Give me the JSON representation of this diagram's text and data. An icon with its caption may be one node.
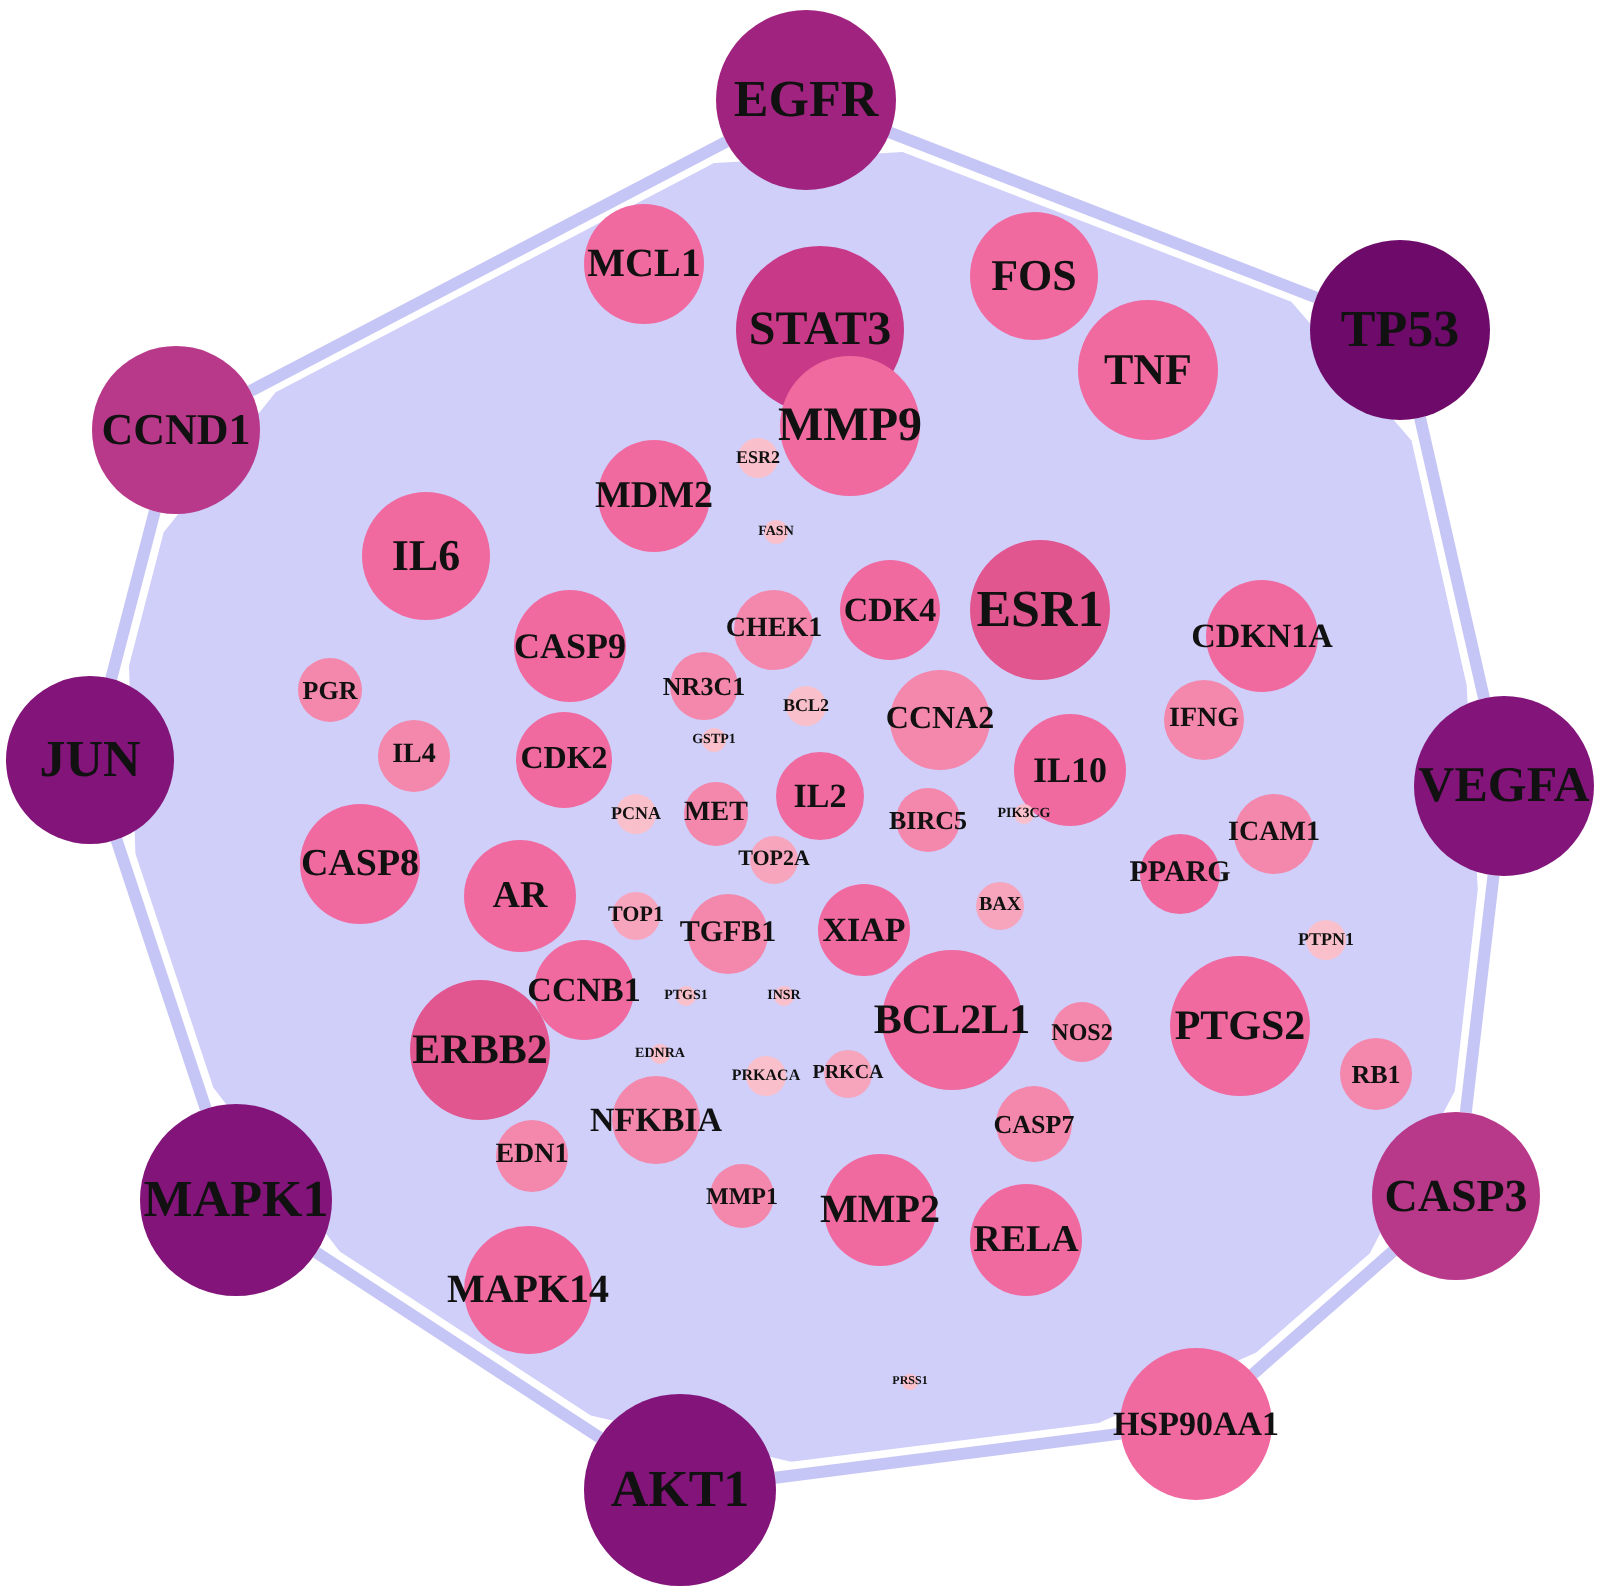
{
  "diagram": {
    "nodes": [
      {
        "text": [
          "EGFR"
        ]
      },
      {
        "text": [
          "TP53"
        ]
      },
      {
        "text": [
          "VEGFA"
        ]
      },
      {
        "text": [
          "CASP3"
        ]
      },
      {
        "text": [
          "HSP90AA1"
        ]
      },
      {
        "text": [
          "AKT1"
        ]
      },
      {
        "text": [
          "MAPK1"
        ]
      },
      {
        "text": [
          "JUN"
        ]
      },
      {
        "text": [
          "CCND1"
        ]
      },
      {
        "text": [
          "STAT3"
        ]
      },
      {
        "text": [
          "MCL1"
        ]
      },
      {
        "text": [
          "FOS"
        ]
      },
      {
        "text": [
          "MMP9"
        ]
      },
      {
        "text": [
          "ESR2"
        ]
      },
      {
        "text": [
          "FASN"
        ]
      },
      {
        "text": [
          "MDM2"
        ]
      },
      {
        "text": [
          "TNF"
        ]
      },
      {
        "text": [
          "IL6"
        ]
      },
      {
        "text": [
          "ESR1"
        ]
      },
      {
        "text": [
          "CDKN1A"
        ]
      },
      {
        "text": [
          "CASP9"
        ]
      },
      {
        "text": [
          "CHEK1"
        ]
      },
      {
        "text": [
          "CDK4"
        ]
      },
      {
        "text": [
          "PGR"
        ]
      },
      {
        "text": [
          "NR3C1"
        ]
      },
      {
        "text": [
          "BCL2"
        ]
      },
      {
        "text": [
          "CCNA2"
        ]
      },
      {
        "text": [
          "IFNG"
        ]
      },
      {
        "text": [
          "GSTP1"
        ]
      },
      {
        "text": [
          "IL4"
        ]
      },
      {
        "text": [
          "CDK2"
        ]
      },
      {
        "text": [
          "IL10"
        ]
      },
      {
        "text": [
          "IL2"
        ]
      },
      {
        "text": [
          "PCNA"
        ]
      },
      {
        "text": [
          "MET"
        ]
      },
      {
        "text": [
          "BIRC5"
        ]
      },
      {
        "text": [
          "PIK3CG"
        ]
      },
      {
        "text": [
          "TOP2A"
        ]
      },
      {
        "text": [
          "ICAM1"
        ]
      },
      {
        "text": [
          "AR"
        ]
      },
      {
        "text": [
          "CASP8"
        ]
      },
      {
        "text": [
          "PPARG"
        ]
      },
      {
        "text": [
          "TOP1"
        ]
      },
      {
        "text": [
          "TGFB1"
        ]
      },
      {
        "text": [
          "XIAP"
        ]
      },
      {
        "text": [
          "BAX"
        ]
      },
      {
        "text": [
          "PTPN1"
        ]
      },
      {
        "text": [
          "CCNB1"
        ]
      },
      {
        "text": [
          "PTGS1"
        ]
      },
      {
        "text": [
          "INSR"
        ]
      },
      {
        "text": [
          "BCL2L1"
        ]
      },
      {
        "text": [
          "NOS2"
        ]
      },
      {
        "text": [
          "PTGS2"
        ]
      },
      {
        "text": [
          "RB1"
        ]
      },
      {
        "text": [
          "ERBB2"
        ]
      },
      {
        "text": [
          "EDNRA"
        ]
      },
      {
        "text": [
          "PRKCA"
        ]
      },
      {
        "text": [
          "NFKBIA"
        ]
      },
      {
        "text": [
          "PRKACA"
        ]
      },
      {
        "text": [
          "CASP7"
        ]
      },
      {
        "text": [
          "EDN1"
        ]
      },
      {
        "text": [
          "MMP1"
        ]
      },
      {
        "text": [
          "MMP2"
        ]
      },
      {
        "text": [
          "RELA"
        ]
      },
      {
        "text": [
          "MAPK14"
        ]
      },
      {
        "text": [
          "PRSS1"
        ]
      }
    ],
    "edges": [
      {
        "from": 0,
        "to": 1,
        "arrow": "none"
      },
      {
        "from": 1,
        "to": 2,
        "arrow": "none"
      },
      {
        "from": 2,
        "to": 3,
        "arrow": "none"
      },
      {
        "from": 3,
        "to": 4,
        "arrow": "none"
      },
      {
        "from": 4,
        "to": 5,
        "arrow": "none"
      },
      {
        "from": 5,
        "to": 6,
        "arrow": "none"
      },
      {
        "from": 6,
        "to": 7,
        "arrow": "none"
      },
      {
        "from": 7,
        "to": 8,
        "arrow": "none"
      },
      {
        "from": 8,
        "to": 0,
        "arrow": "none"
      }
    ]
  }
}
